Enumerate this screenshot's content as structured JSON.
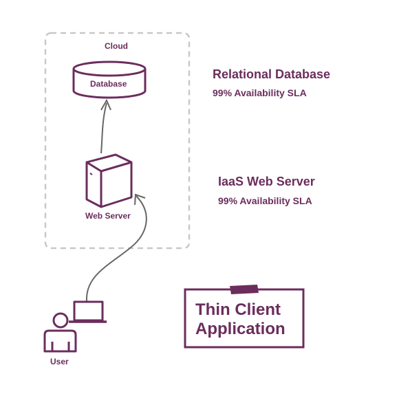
{
  "cloud": {
    "label": "Cloud",
    "database": {
      "label": "Database"
    },
    "web_server": {
      "label": "Web Server"
    }
  },
  "user": {
    "label": "User"
  },
  "annotations": {
    "database": {
      "title": "Relational Database",
      "sla": "99% Availability SLA"
    },
    "web_server": {
      "title": "IaaS Web Server",
      "sla": "99% Availability SLA"
    }
  },
  "note": {
    "line1": "Thin Client",
    "line2": "Application"
  },
  "colors": {
    "primary": "#6b2d5c",
    "arrow": "#666666",
    "boundary": "#c8c8c8"
  }
}
